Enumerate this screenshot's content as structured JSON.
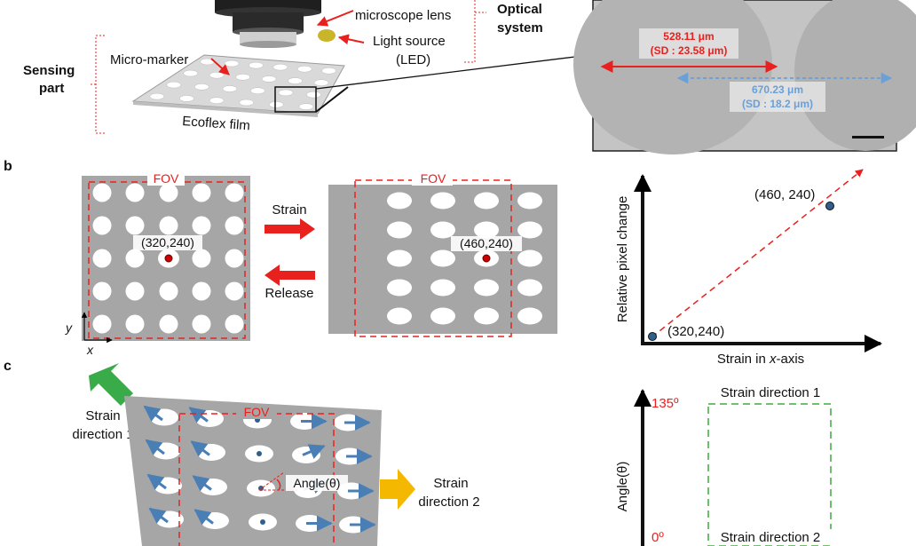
{
  "panel_a": {
    "lens_label": "microscope lens",
    "optical_label_line1": "Optical",
    "optical_label_line2": "system",
    "light_source_line1": "Light source",
    "light_source_line2": "(LED)",
    "sensing_line1": "Sensing",
    "sensing_line2": "part",
    "micro_marker": "Micro-marker",
    "ecoflex": "Ecoflex film",
    "measure_red_value": "528.11 μm",
    "measure_red_sd": "(SD : 23.58 μm)",
    "measure_blue_value": "670.23 μm",
    "measure_blue_sd": "(SD : 18.2 μm)"
  },
  "panel_b": {
    "letter": "b",
    "fov_label": "FOV",
    "point_before": "(320,240)",
    "point_after": "(460,240)",
    "strain_label": "Strain",
    "release_label": "Release",
    "axis_y": "y",
    "axis_x": "x",
    "plot_ylabel": "Relative pixel change",
    "plot_xlabel_prefix": "Strain in ",
    "plot_xlabel_var": "x",
    "plot_xlabel_suffix": "-axis",
    "plot_point_high": "(460, 240)",
    "plot_point_low": "(320,240)"
  },
  "panel_c": {
    "letter": "c",
    "fov_label": "FOV",
    "strain_dir1_line1": "Strain",
    "strain_dir1_line2": "direction 1",
    "strain_dir2_line1": "Strain",
    "strain_dir2_line2": "direction 2",
    "angle_label": "Angle(θ)",
    "plot_ylabel": "Angle(θ)",
    "plot_ymax": "135º",
    "plot_ymin": "0º",
    "plot_top_label": "Strain direction 1",
    "plot_bottom_label": "Strain direction 2"
  },
  "colors": {
    "red": "#e8201e",
    "blue": "#4a7fb5",
    "light_blue": "#6aa0d8",
    "green": "#3aab49",
    "green_dashed": "#5cb85c",
    "yellow": "#f5b800",
    "gray_film": "#a6a6a6",
    "micro_bg": "#b9b9b9"
  },
  "icons": [
    "strain-right-arrow",
    "release-left-arrow",
    "strain-direction-1-arrow",
    "strain-direction-2-arrow"
  ]
}
